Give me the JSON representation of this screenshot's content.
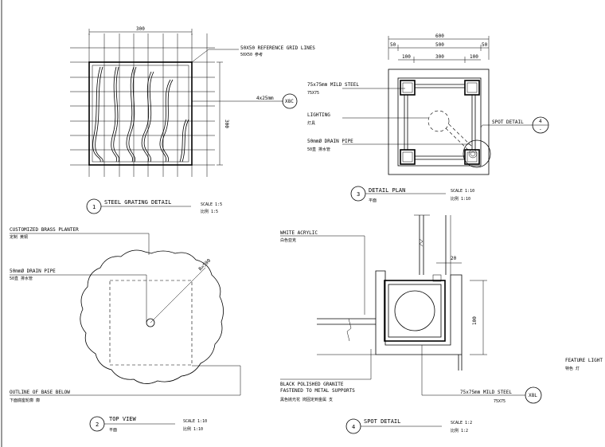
{
  "details": {
    "steel_grating": {
      "number": "1",
      "title": "STEEL GRATING DETAIL",
      "scale": "SCALE 1:5",
      "sub": "比例 1:5"
    },
    "detail_plan": {
      "number": "3",
      "title": "DETAIL PLAN",
      "scale": "SCALE 1:10",
      "sub": "比例 1:10",
      "cn": "平面"
    },
    "top_view": {
      "number": "2",
      "title": "TOP VIEW",
      "scale": "SCALE 1:10",
      "sub": "比例 1:10",
      "cn": "平面"
    },
    "spot_detail": {
      "number": "4",
      "title": "SPOT DETAIL",
      "scale": "SCALE 1:2",
      "sub": "比例 1:2"
    }
  },
  "grating": {
    "dim_width": "300",
    "dim_height": "300",
    "grid_label_en": "50X50 REFERENCE GRID LINES",
    "grid_label_cn": "50X50 参考",
    "bar_label": "4x25mm",
    "bubble": "X8C"
  },
  "plan": {
    "dim_total": "600",
    "dims_row1": [
      "50",
      "500",
      "50"
    ],
    "dims_row2": [
      "100",
      "300",
      "100"
    ],
    "steel_en": "75x75mm MILD STEEL",
    "steel_sub": "75X75",
    "lighting_en": "LIGHTING",
    "lighting_cn": "灯具",
    "drain_en": "50mmØ DRAIN PIPE",
    "drain_cn": "50直 排水管",
    "spot_label": "SPOT DETAIL",
    "spot_bubble_num": "4",
    "spot_bubble_ref": "-"
  },
  "top": {
    "planter_en": "CUSTOMIZED BRASS PLANTER",
    "planter_cn": "定制 黄铜",
    "drain_en": "50mmØ DRAIN PIPE",
    "drain_cn": "50直 排水管",
    "radius": "R=500",
    "outline_en": "OUTLINE OF BASE BELOW",
    "outline_cn": "下面底座轮廓 廓"
  },
  "spot": {
    "acrylic_en": "WHITE ACRYLIC",
    "acrylic_cn": "白色亚克",
    "dim_20": "20",
    "dim_100": "100",
    "granite_en1": "BLACK POLISHED GRANITE",
    "granite_en2": "FASTENED TO METAL SUPPORTS",
    "granite_cn": "黑色抛光花 岗固定到金属 支",
    "steel_en": "75x75mm MILD STEEL",
    "steel_sub": "75X75",
    "bubble": "X8L",
    "feature_en": "FEATURE LIGHT",
    "feature_cn": "特色 灯"
  }
}
